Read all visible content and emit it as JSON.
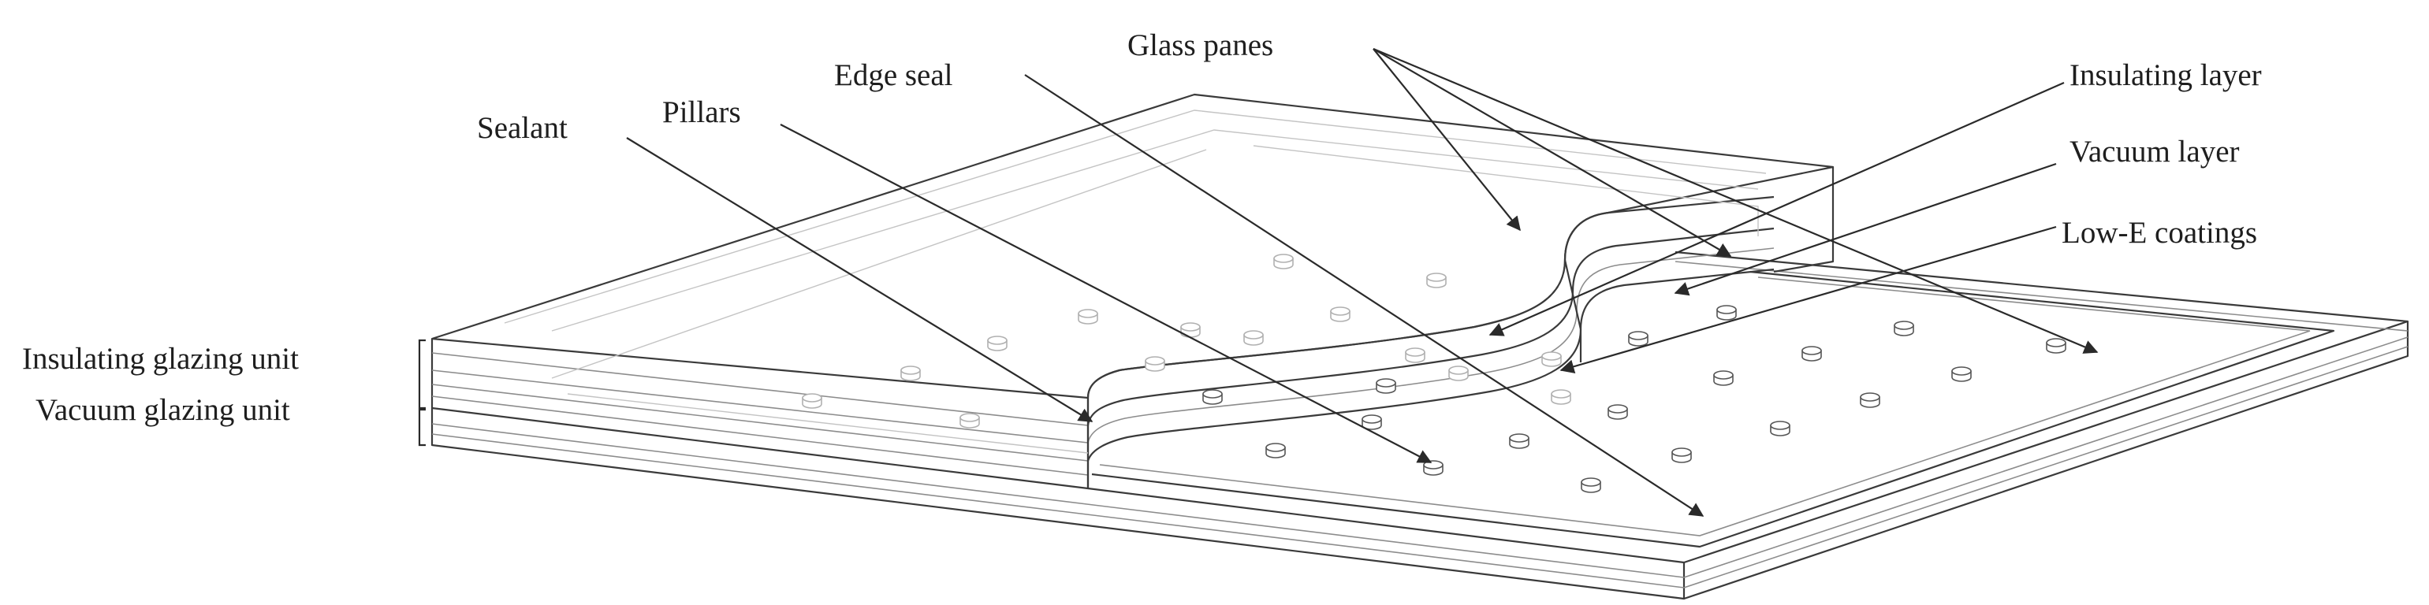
{
  "diagram": {
    "labels": {
      "glass_panes": "Glass panes",
      "edge_seal": "Edge seal",
      "pillars": "Pillars",
      "sealant": "Sealant",
      "insulating_layer": "Insulating layer",
      "vacuum_layer": "Vacuum layer",
      "low_e_coatings": "Low-E coatings",
      "insulating_glazing_unit": "Insulating glazing unit",
      "vacuum_glazing_unit": "Vacuum glazing unit"
    },
    "colors": {
      "line": "#3a3a3a",
      "text": "#1e1e1e",
      "background": "#ffffff"
    }
  }
}
